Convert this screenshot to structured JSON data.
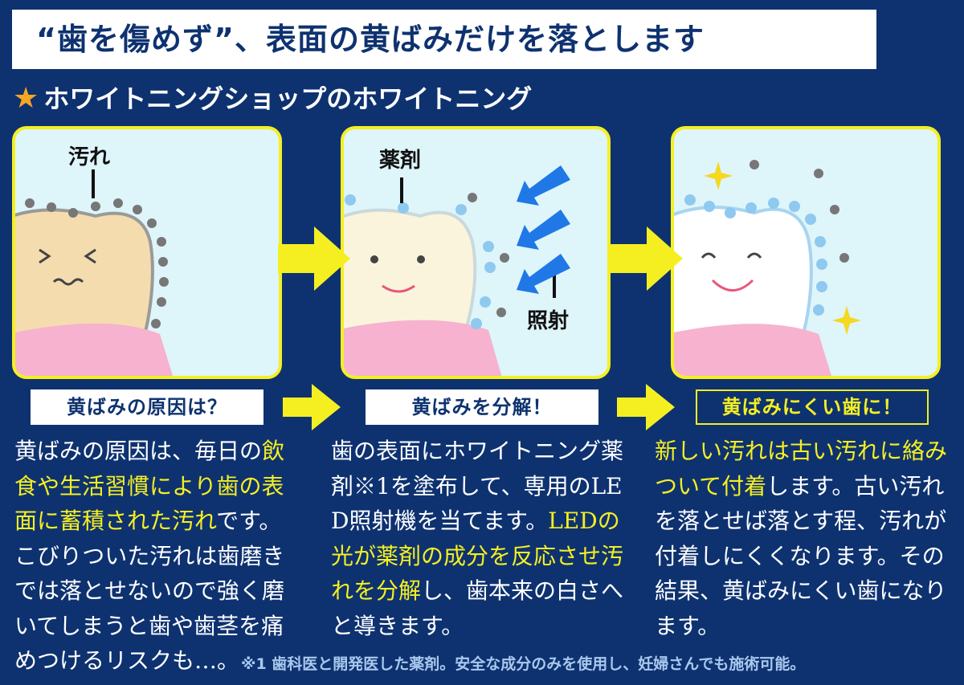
{
  "title": "“歯を傷めず”、表面の黄ばみだけを落とします",
  "subtitle": "ホワイトニングショップのホワイトニング",
  "panels": [
    {
      "labels": [
        "汚れ"
      ]
    },
    {
      "labels": [
        "薬剤",
        "照射"
      ]
    },
    {
      "labels": []
    }
  ],
  "captions": [
    "黄ばみの原因は？",
    "黄ばみを分解！",
    "黄ばみにくい歯に！"
  ],
  "columns": [
    {
      "segments": [
        {
          "text": "黄ばみの原因は、毎日の",
          "highlight": false
        },
        {
          "text": "飲食や生活習慣により歯の表面に蓄積された汚れ",
          "highlight": true
        },
        {
          "text": "です。こびりついた汚れは歯磨きでは落とせないので強く磨いてしまうと歯や歯茎を痛めつけるリスクも…。",
          "highlight": false
        }
      ]
    },
    {
      "segments": [
        {
          "text": "歯の表面にホワイトニング薬剤※1を塗布して、専用のLED照射機を当てます。",
          "highlight": false
        },
        {
          "text": "LEDの光が薬剤の成分を反応させ汚れを分解",
          "highlight": true
        },
        {
          "text": "し、歯本来の白さへと導きます。",
          "highlight": false
        }
      ]
    },
    {
      "segments": [
        {
          "text": "新しい汚れは古い汚れに絡みついて付着",
          "highlight": true
        },
        {
          "text": "します。古い汚れを落とせば落とす程、汚れが付着しにくくなります。その結果、黄ばみにくい歯になります。",
          "highlight": false
        }
      ]
    }
  ],
  "footnote": "※1 歯科医と開発医した薬剤。安全な成分のみを使用し、妊婦さんでも施術可能。",
  "colors": {
    "background": "#0e3270",
    "accent": "#f5ef22",
    "panel": "#def5fa"
  }
}
